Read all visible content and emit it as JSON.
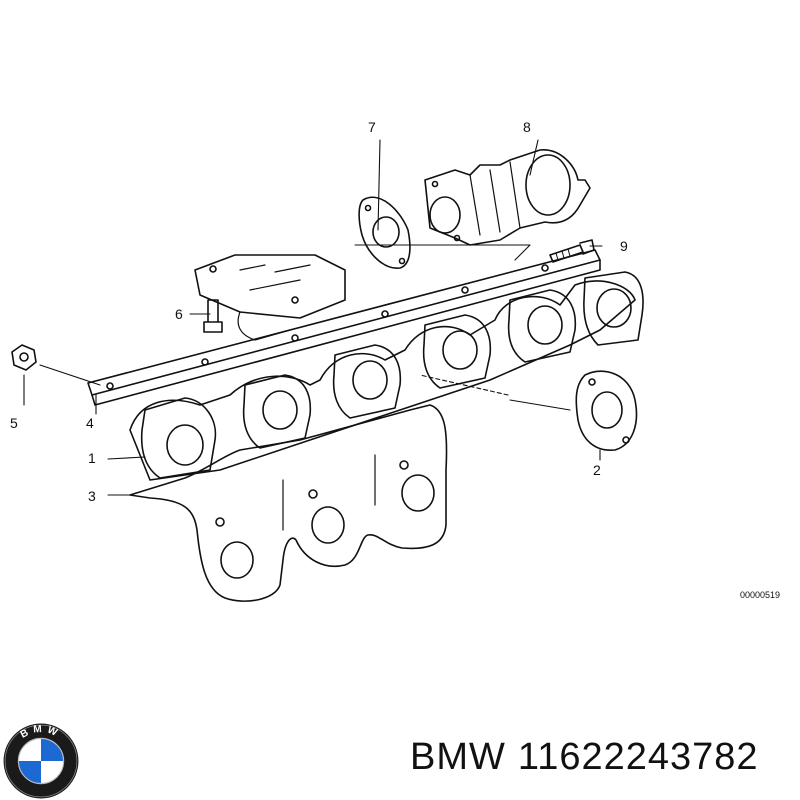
{
  "callouts": {
    "n1": "1",
    "n2": "2",
    "n3": "3",
    "n4": "4",
    "n5": "5",
    "n6": "6",
    "n7": "7",
    "n8": "8",
    "n9": "9"
  },
  "drawing_number": "00000519",
  "brand": {
    "name": "BMW",
    "part_number": "11622243782",
    "logo_letters": "BMW"
  },
  "colors": {
    "line": "#111111",
    "logo_blue": "#1c69d4",
    "logo_ring": "#1a1a1a"
  }
}
